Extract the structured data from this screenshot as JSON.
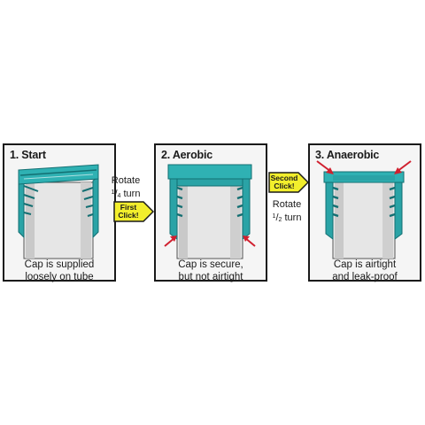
{
  "colors": {
    "teal": "#2aa3a6",
    "teal_dark": "#136f72",
    "arrow_red": "#d0202f",
    "yellow": "#f2ee2c",
    "tube": "#e8e8e8"
  },
  "panels": [
    {
      "title": "1. Start",
      "caption": [
        "Cap is supplied",
        "loosely on tube"
      ]
    },
    {
      "title": "2. Aerobic",
      "caption": [
        "Cap is secure,",
        "but not airtight"
      ]
    },
    {
      "title": "3. Anaerobic",
      "caption": [
        "Cap is airtight",
        "and leak-proof"
      ]
    }
  ],
  "steps": [
    {
      "rotate_label": "Rotate",
      "fraction_num": "1",
      "fraction_den": "4",
      "turn_label": "turn",
      "click_lines": [
        "First",
        "Click!"
      ]
    },
    {
      "rotate_label": "Rotate",
      "fraction_num": "1",
      "fraction_den": "2",
      "turn_label": "turn",
      "click_lines": [
        "Second",
        "Click!"
      ]
    }
  ]
}
